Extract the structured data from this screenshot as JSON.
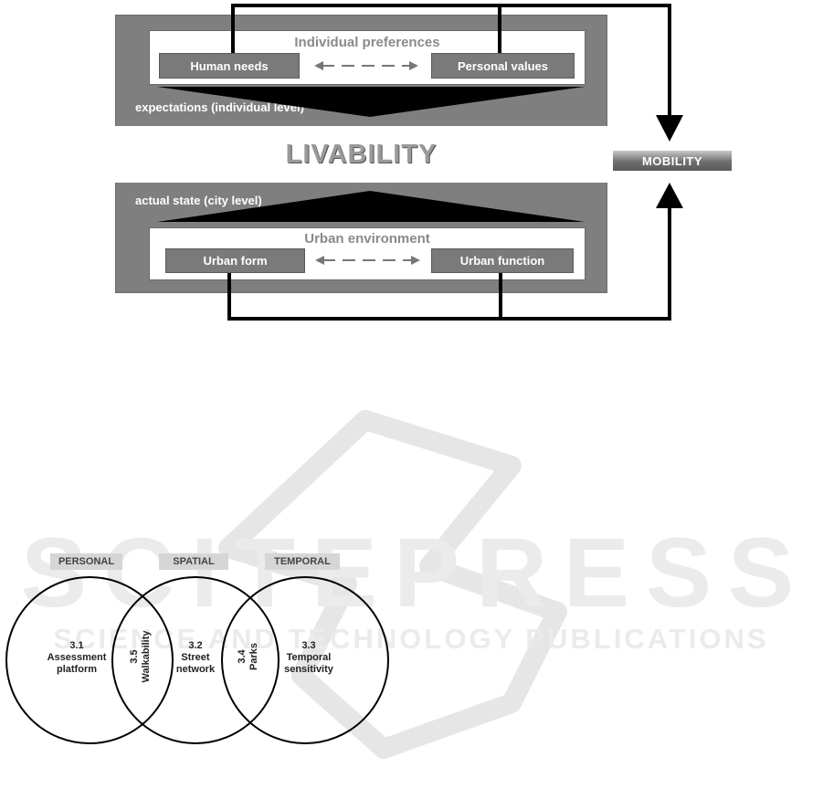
{
  "livability_diagram": {
    "individual_preferences": {
      "title": "Individual preferences",
      "left_box": "Human needs",
      "right_box": "Personal values"
    },
    "expectations_label": "expectations (individual level)",
    "center_label": "LIVABILITY",
    "actual_state_label": "actual state (city level)",
    "urban_environment": {
      "title": "Urban environment",
      "left_box": "Urban form",
      "right_box": "Urban function"
    },
    "mobility_label": "MOBILITY"
  },
  "venn_diagram": {
    "dimensions": [
      "PERSONAL",
      "SPATIAL",
      "TEMPORAL"
    ],
    "sections": [
      {
        "num": "3.1",
        "label_line1": "Assessment",
        "label_line2": "platform"
      },
      {
        "num": "3.2",
        "label_line1": "Street",
        "label_line2": "network"
      },
      {
        "num": "3.3",
        "label_line1": "Temporal",
        "label_line2": "sensitivity"
      }
    ],
    "overlaps": [
      {
        "num": "3.5",
        "label": "Walkability"
      },
      {
        "num": "3.4",
        "label": "Parks"
      }
    ]
  },
  "watermark": {
    "name": "SCITEPRESS",
    "subtitle": "SCIENCE AND TECHNOLOGY PUBLICATIONS"
  },
  "colors": {
    "frame_gray": "#7f7f7f",
    "box_gray": "#7a7a7a",
    "line_black": "#000000",
    "watermark_gray": "#e4e4e4"
  }
}
